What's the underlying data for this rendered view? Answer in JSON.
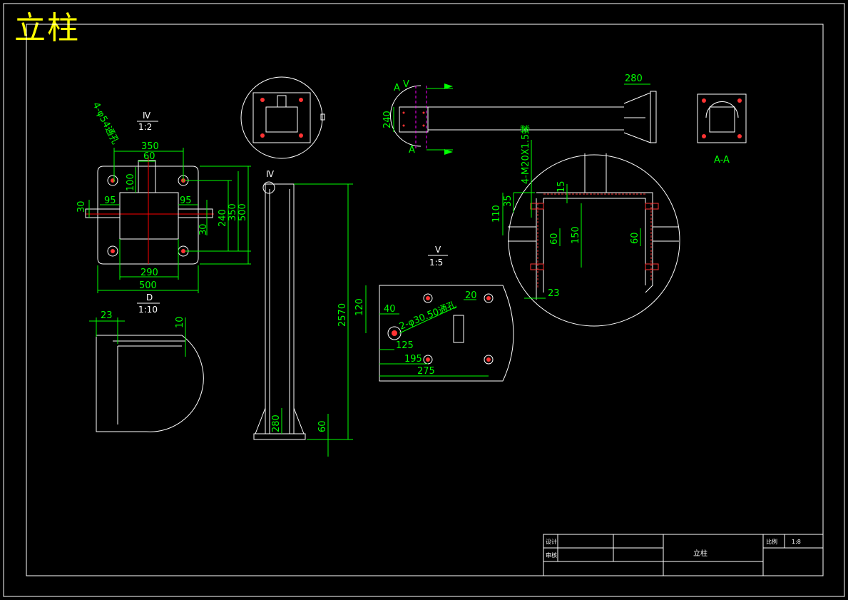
{
  "title": "立柱",
  "views": {
    "plate_top": {
      "view_label": "Ⅳ",
      "scale": "1:2",
      "hole_note": "4-φ54通孔",
      "dims": {
        "top350": "350",
        "top60": "60",
        "v100": "100",
        "left95": "95",
        "right95": "95",
        "left30": "30",
        "right30": "30",
        "r240": "240",
        "r350": "350",
        "r500": "500",
        "b290": "290",
        "b500": "500"
      },
      "detail_label": "D",
      "detail_scale": "1:10"
    },
    "corner_detail": {
      "d23": "23",
      "d10": "10"
    },
    "column": {
      "label": "Ⅳ",
      "h2570": "2570",
      "h280": "280",
      "h60": "60"
    },
    "side_arm": {
      "a_top": "A",
      "a_bottom": "A",
      "v_label": "V",
      "h240": "240",
      "w280": "280"
    },
    "aa_view": {
      "label": "A-A"
    },
    "detail_v": {
      "view_label": "V",
      "scale": "1:5",
      "d120": "120",
      "d40": "40",
      "d20": "20",
      "hole_note": "2-φ30.50通孔",
      "d125": "125",
      "d195": "195",
      "d275": "275"
    },
    "big_detail": {
      "thread_note": "4-M20X1.5螺",
      "d15": "15",
      "d35": "35",
      "d110": "110",
      "d60a": "60",
      "d150": "150",
      "d60b": "60",
      "d23": "23"
    }
  },
  "title_block": {
    "label_design": "设计",
    "label_check": "审核",
    "drawing_name": "立柱",
    "label_scale": "比例",
    "scale_value": "1:8"
  },
  "colors": {
    "line": "#ffffff",
    "dimension": "#00ff00",
    "center": "#ff0000",
    "hole": "#ff3333",
    "section": "#ff00ff",
    "title": "#ffff00"
  }
}
